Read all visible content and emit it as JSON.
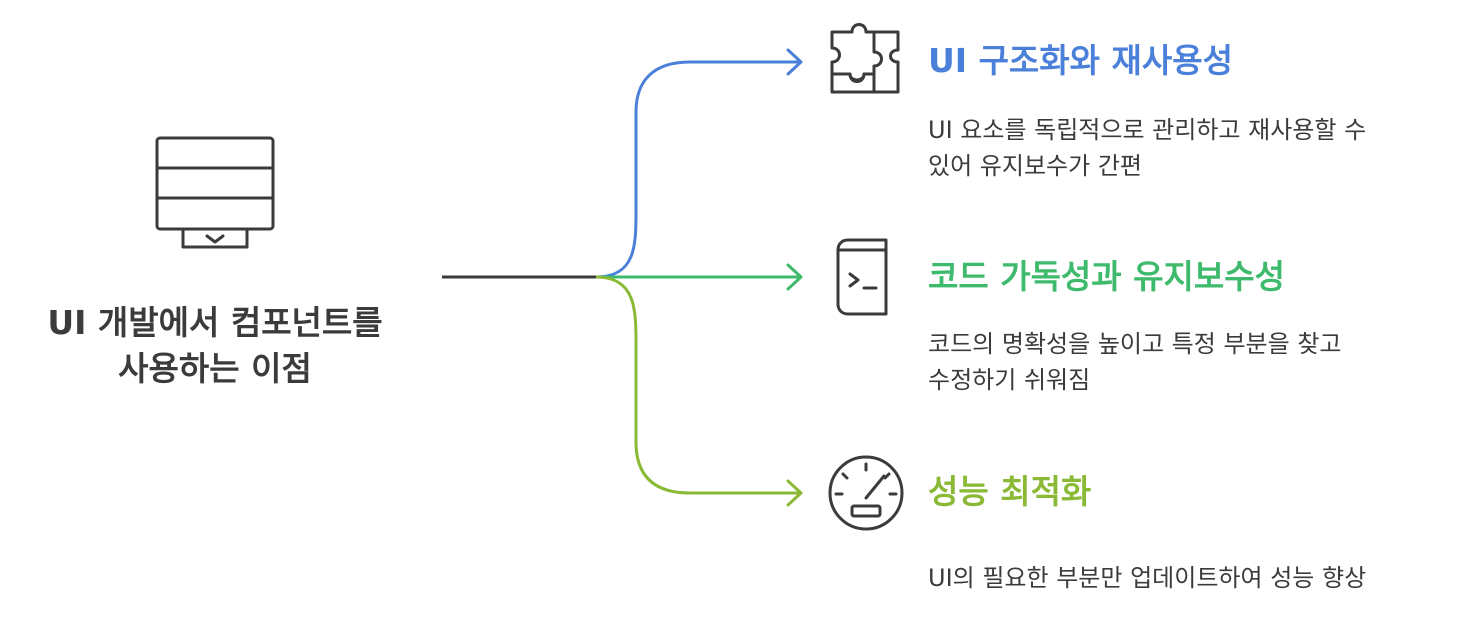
{
  "root": {
    "title_lines": [
      "UI 개발에서 컴포넌트를",
      "사용하는 이점"
    ],
    "icon": "monitor-icon"
  },
  "branches": [
    {
      "title": "UI 구조화와 재사용성",
      "desc_lines": [
        "UI 요소를 독립적으로 관리하고 재사용할 수",
        "있어 유지보수가 간편"
      ],
      "icon": "puzzle-icon",
      "color": "#4a80d9"
    },
    {
      "title": "코드 가독성과 유지보수성",
      "desc_lines": [
        "코드의 명확성을 높이고 특정 부분을 찾고",
        "수정하기 쉬워짐"
      ],
      "icon": "terminal-book-icon",
      "color": "#3dba6c"
    },
    {
      "title": "성능 최적화",
      "desc_lines": [
        "UI의 필요한 부분만 업데이트하여 성능 향상"
      ],
      "icon": "speedometer-icon",
      "color": "#8ab936"
    }
  ],
  "colors": {
    "text": "#3b3b3b",
    "stem": "#3b3b3b"
  }
}
